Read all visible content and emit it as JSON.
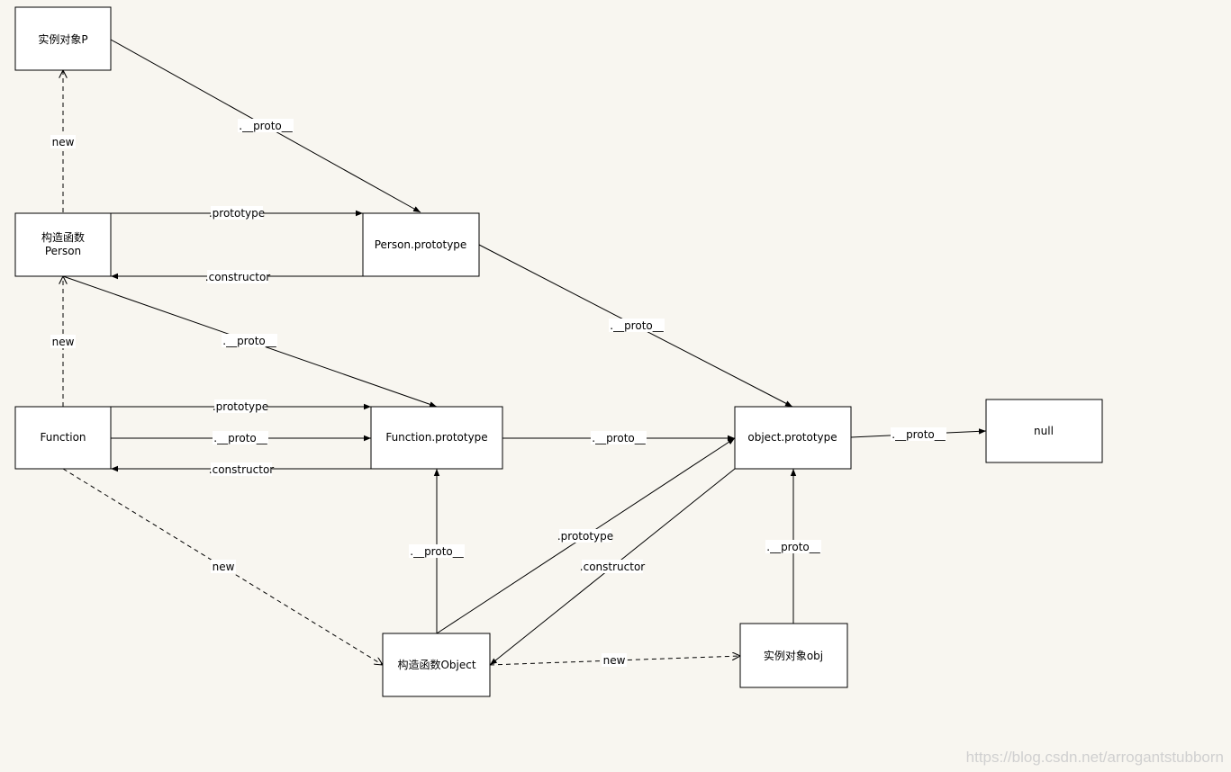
{
  "nodes": {
    "instance_p": {
      "label": "实例对象P"
    },
    "ctor_person": {
      "lines": [
        "构造函数",
        "Person"
      ]
    },
    "person_prototype": {
      "label": "Person.prototype"
    },
    "function": {
      "label": "Function"
    },
    "function_prototype": {
      "label": "Function.prototype"
    },
    "object_prototype": {
      "label": "object.prototype"
    },
    "null": {
      "label": "null"
    },
    "ctor_object": {
      "label": "构造函数Object"
    },
    "instance_obj": {
      "label": "实例对象obj"
    }
  },
  "edges": [
    {
      "id": "p-proto-personproto",
      "label": ".__proto__",
      "style": "solid"
    },
    {
      "id": "person-new-p",
      "label": "new",
      "style": "dashed"
    },
    {
      "id": "person-prototype",
      "label": ".prototype",
      "style": "solid"
    },
    {
      "id": "personproto-constructor",
      "label": ".constructor",
      "style": "solid"
    },
    {
      "id": "personproto-proto-objproto",
      "label": ".__proto__",
      "style": "solid"
    },
    {
      "id": "function-new-person",
      "label": "new",
      "style": "dashed"
    },
    {
      "id": "person-proto-funcproto",
      "label": ".__proto__",
      "style": "solid"
    },
    {
      "id": "function-prototype",
      "label": ".prototype",
      "style": "solid"
    },
    {
      "id": "function-proto-funcproto",
      "label": ".__proto__",
      "style": "solid"
    },
    {
      "id": "funcproto-constructor",
      "label": ".constructor",
      "style": "solid"
    },
    {
      "id": "funcproto-proto-objproto",
      "label": ".__proto__",
      "style": "solid"
    },
    {
      "id": "objproto-proto-null",
      "label": ".__proto__",
      "style": "solid"
    },
    {
      "id": "function-new-object",
      "label": "new",
      "style": "dashed"
    },
    {
      "id": "object-proto-funcproto",
      "label": ".__proto__",
      "style": "solid"
    },
    {
      "id": "object-prototype",
      "label": ".prototype",
      "style": "solid"
    },
    {
      "id": "objproto-constructor",
      "label": ".constructor",
      "style": "solid"
    },
    {
      "id": "object-new-obj",
      "label": "new",
      "style": "dashed"
    },
    {
      "id": "obj-proto-objproto",
      "label": ".__proto__",
      "style": "solid"
    }
  ],
  "watermark": "https://blog.csdn.net/arrogantstubborn"
}
